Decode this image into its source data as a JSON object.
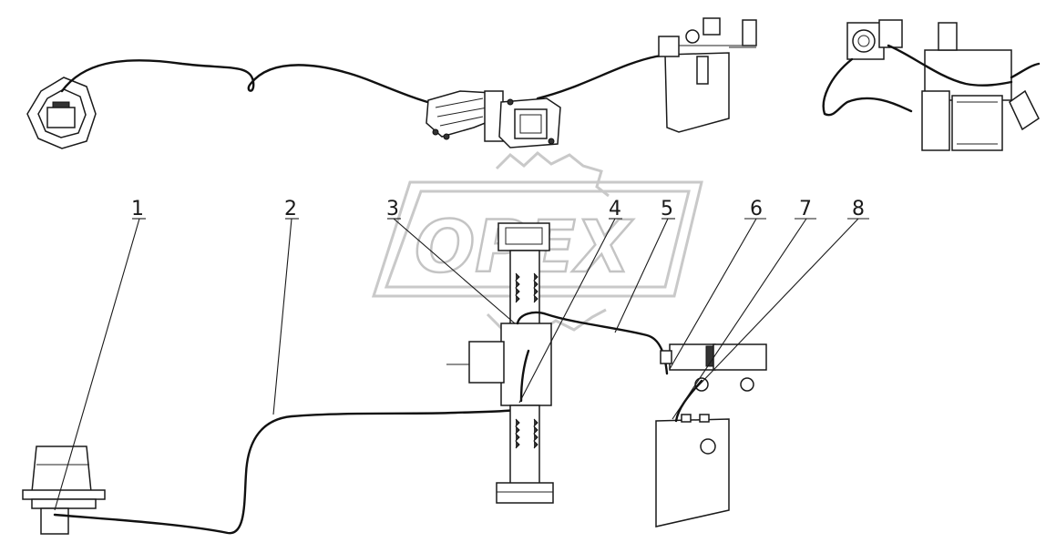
{
  "watermark": {
    "text": "OPEX"
  },
  "callouts": [
    "1",
    "2",
    "3",
    "4",
    "5",
    "6",
    "7",
    "8"
  ],
  "colors": {
    "line": "#1a1a1a",
    "watermark": "#c4c4c4",
    "background": "#ffffff"
  }
}
